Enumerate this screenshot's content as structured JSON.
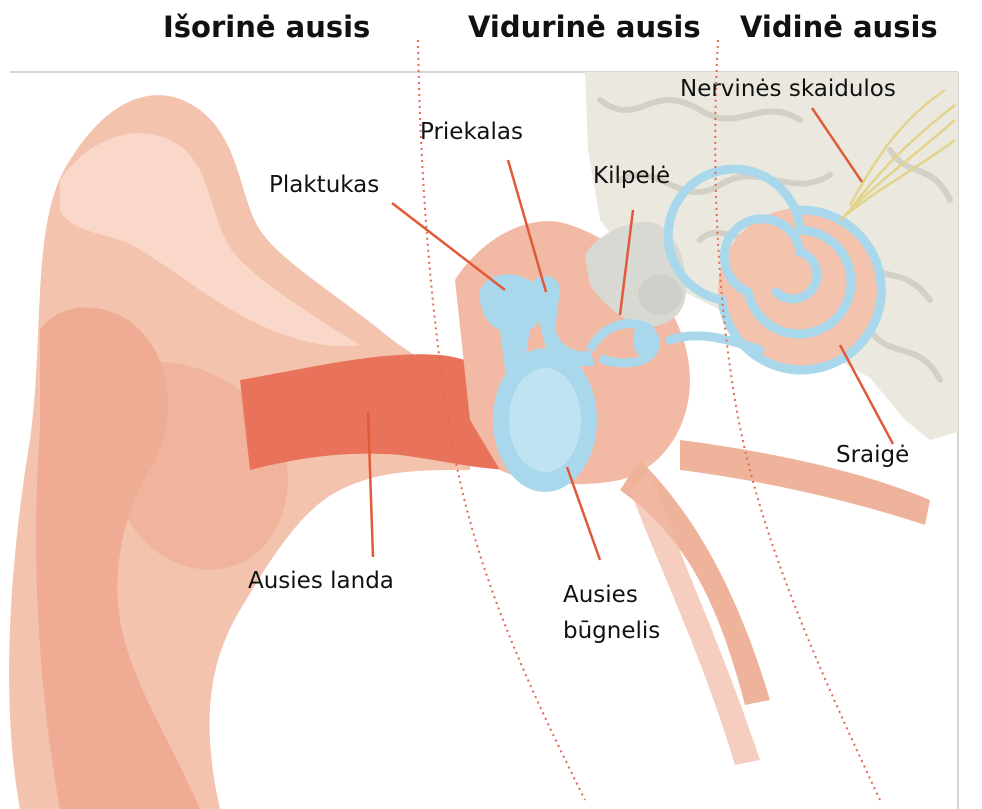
{
  "sections": {
    "outer": "Išorinė ausis",
    "middle": "Vidurinė ausis",
    "inner": "Vidinė ausis"
  },
  "labels": {
    "nerves": "Nervinės skaidulos",
    "incus": "Priekalas",
    "malleus": "Plaktukas",
    "stapes": "Kilpelė",
    "cochlea": "Sraigė",
    "ear_canal": "Ausies landa",
    "eardrum_line1": "Ausies",
    "eardrum_line2": "būgnelis"
  },
  "colors": {
    "skin": "#f4c3ae",
    "skin_dark": "#e9866a",
    "canal": "#e8735a",
    "ossicle_blue": "#a9d8ec",
    "bone_grey": "#d9d9d4",
    "brain_bg": "#e9e7dc",
    "leader": "#e05a3a",
    "nerve": "#e2d48a"
  }
}
